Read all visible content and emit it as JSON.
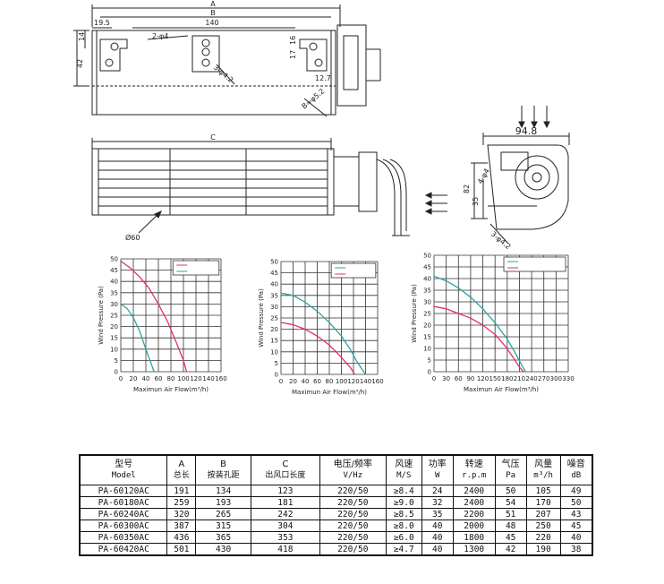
{
  "drawing": {
    "top_dims": {
      "A": "A",
      "B": "B",
      "d19_5": "19.5",
      "d140": "140",
      "d2phi4": "2-φ4",
      "d14": "14",
      "d42": "42",
      "d17": "17",
      "d16": "16",
      "d12_7": "12.7",
      "d3phi4_2": "3-φ4.2",
      "dB": "B=φ5.2"
    },
    "front_dims": {
      "C": "C",
      "phi60": "Ø60"
    },
    "side_dims": {
      "d94_8": "94.8",
      "d82": "82",
      "d35": "35",
      "d4phi4": "4-φ4",
      "d3phi4_2": "3-φ4.2"
    }
  },
  "chart_data": [
    {
      "type": "line",
      "ylabel": "Wind Pressure (Pa)",
      "xlabel": "Maximun Air Flow(m³/h)",
      "xlim": [
        0,
        160
      ],
      "ylim": [
        0,
        50
      ],
      "xticks": [
        "0",
        "20",
        "40",
        "60",
        "80",
        "100",
        "120",
        "140",
        "160"
      ],
      "yticks": [
        "0",
        "5",
        "10",
        "15",
        "20",
        "25",
        "30",
        "35",
        "40",
        "45",
        "50"
      ],
      "series": [
        {
          "color": "#e0306a",
          "x": [
            0,
            15,
            30,
            45,
            60,
            75,
            90,
            100,
            105
          ],
          "y": [
            49,
            46,
            42,
            37,
            30,
            22,
            12,
            5,
            0
          ]
        },
        {
          "color": "#2aa3a3",
          "x": [
            0,
            10,
            20,
            30,
            40,
            48,
            53
          ],
          "y": [
            30,
            28,
            24,
            18,
            10,
            4,
            0
          ]
        }
      ]
    },
    {
      "type": "line",
      "ylabel": "Wind Pressure (Pa)",
      "xlabel": "Maximun Air Flow(m³/h)",
      "xlim": [
        0,
        160
      ],
      "ylim": [
        0,
        50
      ],
      "xticks": [
        "0",
        "20",
        "40",
        "60",
        "80",
        "100",
        "120",
        "140",
        "160"
      ],
      "yticks": [
        "0",
        "5",
        "10",
        "15",
        "20",
        "25",
        "30",
        "35",
        "40",
        "45",
        "50"
      ],
      "series": [
        {
          "color": "#2aa3a3",
          "x": [
            0,
            20,
            40,
            60,
            80,
            100,
            115,
            125,
            135,
            140
          ],
          "y": [
            36,
            35,
            32,
            28,
            23,
            17,
            11,
            6,
            2,
            0
          ]
        },
        {
          "color": "#e0306a",
          "x": [
            0,
            20,
            40,
            60,
            80,
            95,
            105,
            115,
            122
          ],
          "y": [
            23,
            22,
            20,
            17,
            13,
            9,
            6,
            3,
            0
          ]
        }
      ]
    },
    {
      "type": "line",
      "ylabel": "Wind Pressure (Pa)",
      "xlabel": "Maximun Air Flow(m³/h)",
      "xlim": [
        0,
        330
      ],
      "ylim": [
        0,
        50
      ],
      "xticks": [
        "0",
        "30",
        "60",
        "90",
        "120",
        "150",
        "180",
        "210",
        "240",
        "270",
        "300",
        "330"
      ],
      "yticks": [
        "0",
        "5",
        "10",
        "15",
        "20",
        "25",
        "30",
        "35",
        "40",
        "45",
        "50"
      ],
      "series": [
        {
          "color": "#2aa3a3",
          "x": [
            0,
            30,
            60,
            90,
            120,
            150,
            180,
            200,
            215,
            225
          ],
          "y": [
            41,
            39,
            36,
            32,
            27,
            21,
            14,
            8,
            3,
            0
          ]
        },
        {
          "color": "#e0306a",
          "x": [
            0,
            30,
            60,
            90,
            120,
            150,
            175,
            195,
            210,
            220
          ],
          "y": [
            28,
            27,
            25,
            23,
            20,
            16,
            11,
            6,
            2,
            0
          ]
        }
      ]
    }
  ],
  "table": {
    "headers": [
      {
        "cn": "型号",
        "en": "Model"
      },
      {
        "cn": "A",
        "en": "总长"
      },
      {
        "cn": "B",
        "en": "按装孔距"
      },
      {
        "cn": "C",
        "en": "出风口长度"
      },
      {
        "cn": "电压/频率",
        "en": "V/Hz"
      },
      {
        "cn": "风速",
        "en": "M/S"
      },
      {
        "cn": "功率",
        "en": "W"
      },
      {
        "cn": "转速",
        "en": "r.p.m"
      },
      {
        "cn": "气压",
        "en": "Pa"
      },
      {
        "cn": "风量",
        "en": "m³/h"
      },
      {
        "cn": "噪音",
        "en": "dB"
      }
    ],
    "rows": [
      [
        "PA-60120AC",
        "191",
        "134",
        "123",
        "220/50",
        "≥8.4",
        "24",
        "2400",
        "50",
        "105",
        "49"
      ],
      [
        "PA-60180AC",
        "259",
        "193",
        "181",
        "220/50",
        "≥9.0",
        "32",
        "2400",
        "54",
        "170",
        "50"
      ],
      [
        "PA-60240AC",
        "320",
        "265",
        "242",
        "220/50",
        "≥8.5",
        "35",
        "2200",
        "51",
        "207",
        "43"
      ],
      [
        "PA-60300AC",
        "387",
        "315",
        "304",
        "220/50",
        "≥8.0",
        "40",
        "2000",
        "48",
        "250",
        "45"
      ],
      [
        "PA-60350AC",
        "436",
        "365",
        "353",
        "220/50",
        "≥6.0",
        "40",
        "1800",
        "45",
        "220",
        "40"
      ],
      [
        "PA-60420AC",
        "501",
        "430",
        "418",
        "220/50",
        "≥4.7",
        "40",
        "1300",
        "42",
        "190",
        "38"
      ]
    ]
  }
}
